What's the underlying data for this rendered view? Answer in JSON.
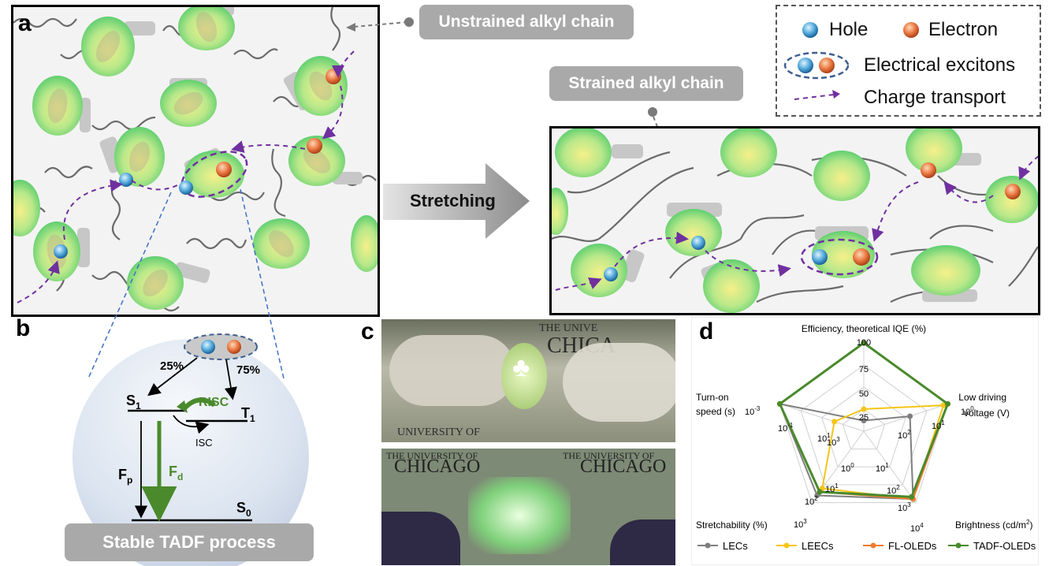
{
  "panel_a": {
    "letter": "a",
    "callout_unstrained": "Unstrained alkyl chain",
    "callout_strained": "Strained alkyl chain",
    "stretching_label": "Stretching"
  },
  "legend": {
    "hole": "Hole",
    "electron": "Electron",
    "excitons": "Electrical excitons",
    "transport": "Charge transport"
  },
  "panel_b": {
    "letter": "b",
    "pct_25": "25%",
    "pct_75": "75%",
    "s1": "S",
    "s1_sub": "1",
    "t1": "T",
    "t1_sub": "1",
    "risc": "RISC",
    "isc": "ISC",
    "fp": "F",
    "fp_sub": "p",
    "fd": "F",
    "fd_sub": "d",
    "s0": "S",
    "s0_sub": "0",
    "banner": "Stable TADF process"
  },
  "panel_c": {
    "letter": "c",
    "photo_text_top_1": "THE UNIVE",
    "photo_text_top_2": "CHICA",
    "photo_text_top_3": "UNIVERSITY OF",
    "photo_text_bottom": [
      "THE UNIVERSITY OF",
      "CHICAGO",
      "THE UNIVERSITY OF",
      "CHICAGO"
    ]
  },
  "panel_d": {
    "letter": "d",
    "axes": [
      {
        "label": "Efficiency, theoretical IQE (%)",
        "ticks": [
          "25",
          "50",
          "75",
          "100"
        ]
      },
      {
        "label_1": "Low driving",
        "label_2": "voltage (V)",
        "ticks": [
          "10",
          "10",
          "10"
        ],
        "tick_exp": [
          "2",
          "1",
          "0"
        ]
      },
      {
        "label": "Brightness (cd/m",
        "label_sup": "2",
        "label_end": ")",
        "ticks": [
          "10",
          "10",
          "10"
        ],
        "tick_exp": [
          "1",
          "2",
          "3",
          "4"
        ]
      },
      {
        "label": "Stretchability (%)",
        "ticks": [
          "10",
          "10",
          "10"
        ],
        "tick_exp": [
          "0",
          "1",
          "2",
          "3"
        ]
      },
      {
        "label_1": "Turn-on",
        "label_2": "speed (s)",
        "ticks": [
          "10",
          "10",
          "10"
        ],
        "tick_exp": [
          "3",
          "1",
          "-1",
          "-3"
        ]
      }
    ],
    "series": [
      {
        "name": "LECs",
        "color": "#7f7f7f"
      },
      {
        "name": "LEECs",
        "color": "#f5c518"
      },
      {
        "name": "FL-OLEDs",
        "color": "#ed7d31"
      },
      {
        "name": "TADF-OLEDs",
        "color": "#4a8a2c"
      }
    ]
  },
  "colors": {
    "callout_bg": "#a9a9a9",
    "transport_arrow": "#7030a0",
    "green_arrow": "#4a8a2c",
    "dashed_blue": "#3f6fc4"
  }
}
